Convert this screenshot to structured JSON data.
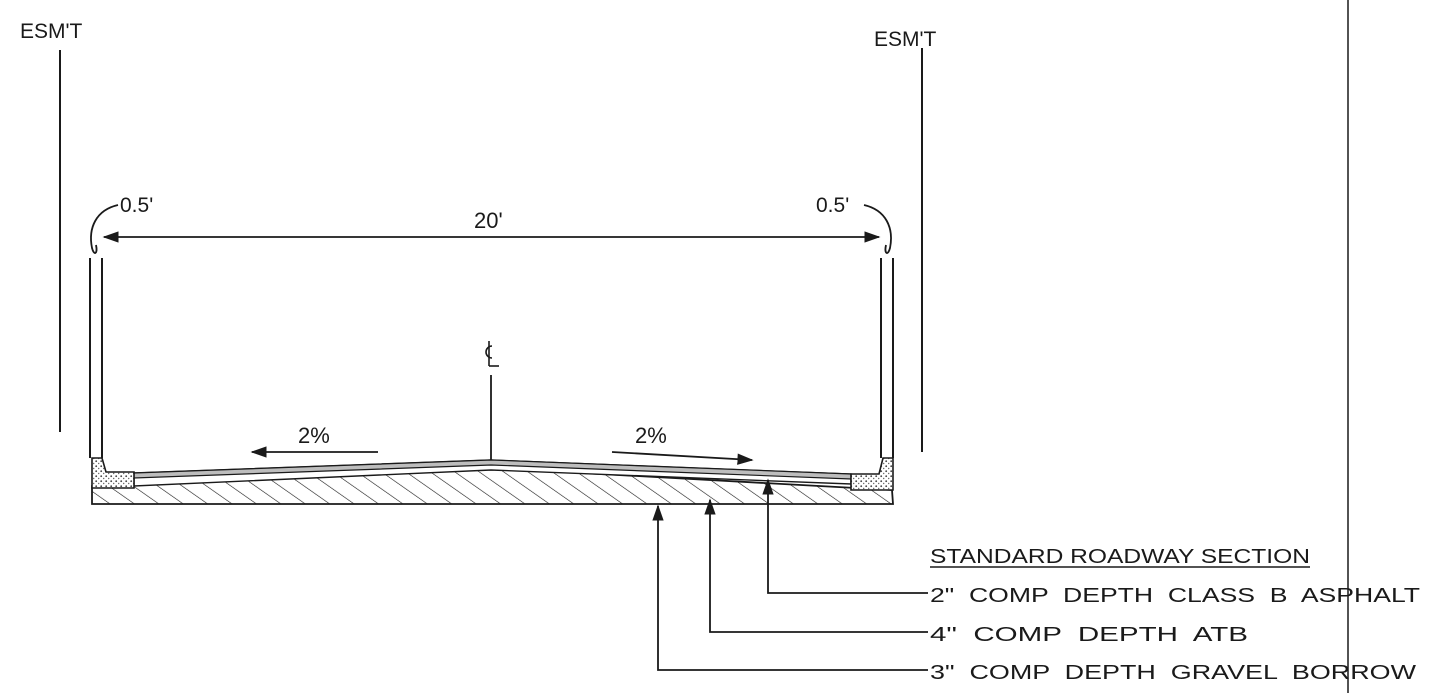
{
  "labels": {
    "esmt_left": "ESM'T",
    "esmt_right": "ESM'T",
    "offset_left": "0.5'",
    "offset_right": "0.5'",
    "width": "20'",
    "centerline": "CL",
    "slope_left": "2%",
    "slope_right": "2%"
  },
  "legend": {
    "title": "STANDARD ROADWAY SECTION",
    "items": [
      "2\"  COMP  DEPTH  CLASS  B  ASPHALT",
      "4\"  COMP  DEPTH  ATB",
      "3\"  COMP  DEPTH  GRAVEL  BORROW"
    ]
  },
  "colors": {
    "line": "#1a1a1a",
    "background": "#ffffff"
  }
}
